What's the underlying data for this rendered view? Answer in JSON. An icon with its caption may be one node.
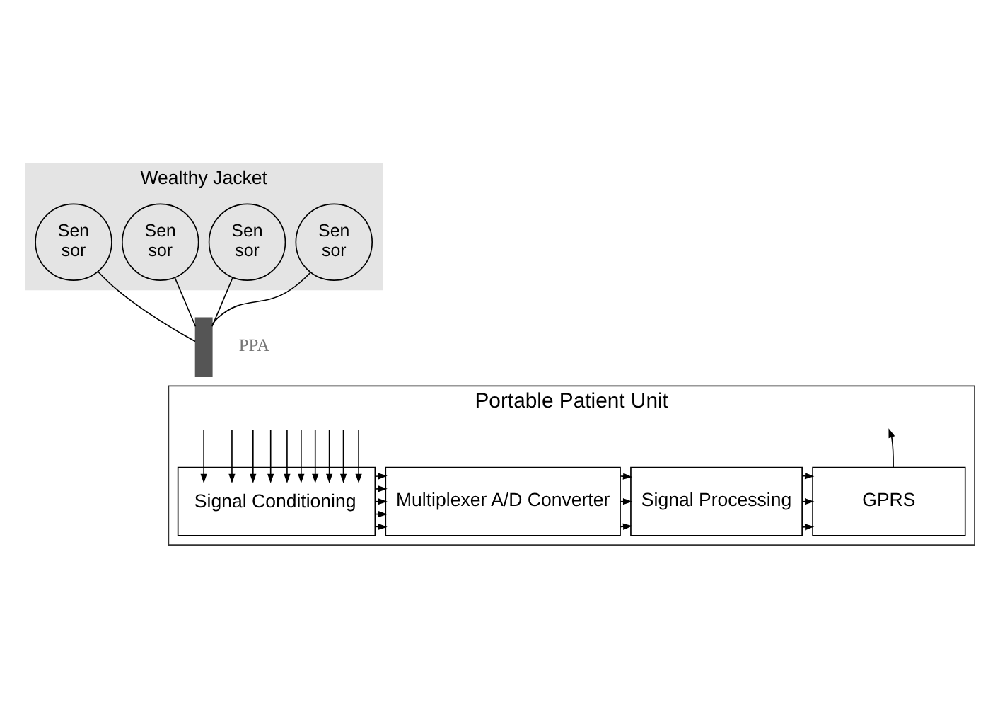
{
  "diagram": {
    "nodes": [
      {
        "text": [
          "Wealthy Jacket"
        ]
      },
      {
        "text": [
          "Sen sor"
        ],
        "in": 0
      },
      {
        "text": [
          "Sen sor"
        ],
        "in": 0
      },
      {
        "text": [
          "Sen sor"
        ],
        "in": 0
      },
      {
        "text": [
          "Sen sor"
        ],
        "in": 0
      },
      {
        "text": [],
        "shape": "bar",
        "beside": [
          "PPA"
        ]
      },
      {
        "text": [
          "Portable Patient Unit"
        ]
      },
      {
        "text": [
          "Signal Conditioning"
        ],
        "in": 6
      },
      {
        "text": [
          "Multiplexer A/D Converter"
        ],
        "in": 6
      },
      {
        "text": [
          "Signal Processing"
        ],
        "in": 6
      },
      {
        "text": [
          "GPRS"
        ],
        "in": 6
      }
    ],
    "edges": [
      {
        "from": 1,
        "to": 5,
        "arrow": "none"
      },
      {
        "from": 2,
        "to": 5,
        "arrow": "none"
      },
      {
        "from": 3,
        "to": 5,
        "arrow": "none"
      },
      {
        "from": 4,
        "to": 5,
        "arrow": "none"
      },
      {
        "from": null,
        "to": 7,
        "arrow": "to"
      },
      {
        "from": null,
        "to": 7,
        "arrow": "to"
      },
      {
        "from": null,
        "to": 7,
        "arrow": "to"
      },
      {
        "from": null,
        "to": 7,
        "arrow": "to"
      },
      {
        "from": null,
        "to": 7,
        "arrow": "to"
      },
      {
        "from": null,
        "to": 7,
        "arrow": "to"
      },
      {
        "from": null,
        "to": 7,
        "arrow": "to"
      },
      {
        "from": null,
        "to": 7,
        "arrow": "to"
      },
      {
        "from": null,
        "to": 7,
        "arrow": "to"
      },
      {
        "from": null,
        "to": 7,
        "arrow": "to"
      },
      {
        "from": 7,
        "to": 8,
        "arrow": "to"
      },
      {
        "from": 7,
        "to": 8,
        "arrow": "to"
      },
      {
        "from": 7,
        "to": 8,
        "arrow": "to"
      },
      {
        "from": 7,
        "to": 8,
        "arrow": "to"
      },
      {
        "from": 7,
        "to": 8,
        "arrow": "to"
      },
      {
        "from": 8,
        "to": 9,
        "arrow": "to"
      },
      {
        "from": 8,
        "to": 9,
        "arrow": "to"
      },
      {
        "from": 8,
        "to": 9,
        "arrow": "to"
      },
      {
        "from": 9,
        "to": 10,
        "arrow": "to"
      },
      {
        "from": 9,
        "to": 10,
        "arrow": "to"
      },
      {
        "from": 9,
        "to": 10,
        "arrow": "to"
      },
      {
        "from": 10,
        "to": null,
        "arrow": "to"
      }
    ]
  }
}
